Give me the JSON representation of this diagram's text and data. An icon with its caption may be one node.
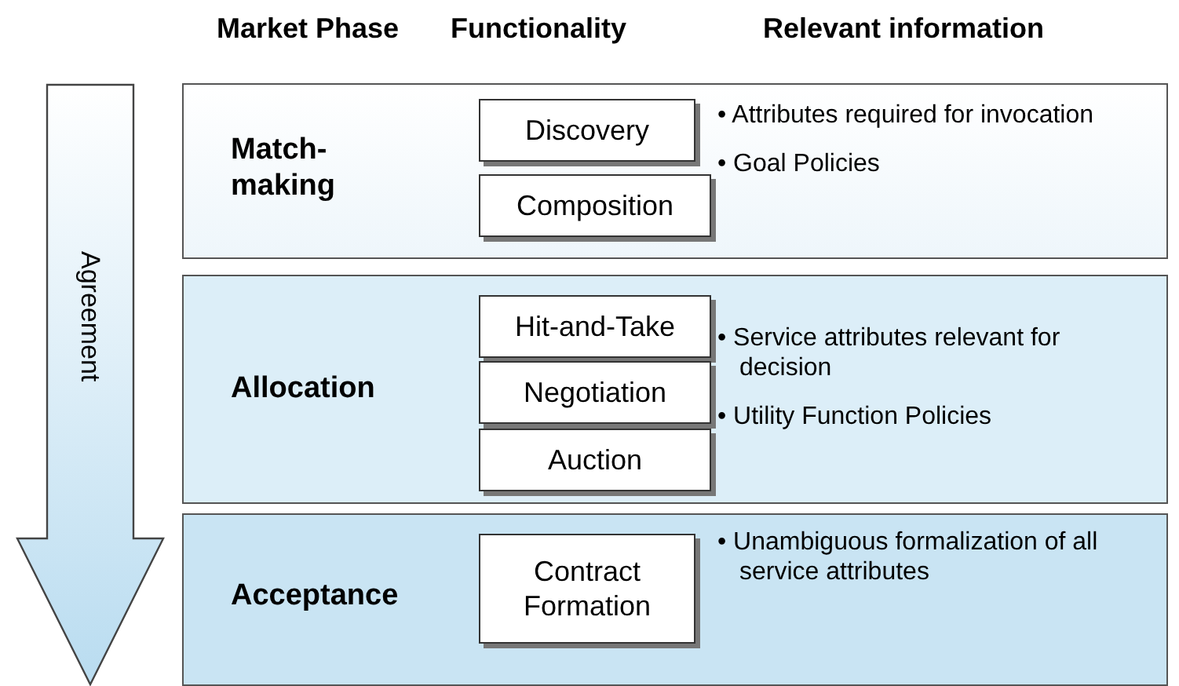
{
  "diagram": {
    "nodes": [
      {
        "text": [
          "Match-making",
          "• Attributes required for invocation",
          "• Goal Policies"
        ]
      },
      {
        "text": [
          "Discovery"
        ],
        "in": 0
      },
      {
        "text": [
          "Composition"
        ],
        "in": 0
      },
      {
        "text": [
          "Allocation",
          "• Service attributes relevant for decision",
          "• Utility Function Policies"
        ]
      },
      {
        "text": [
          "Hit-and-Take"
        ],
        "in": 3
      },
      {
        "text": [
          "Negotiation"
        ],
        "in": 3
      },
      {
        "text": [
          "Auction"
        ],
        "in": 3
      },
      {
        "text": [
          "Acceptance",
          "• Unambiguous formalization of all service attributes"
        ]
      },
      {
        "text": [
          "Contract Formation"
        ],
        "in": 7
      },
      {
        "text": [
          "Agreement"
        ]
      }
    ],
    "labels": [
      "Market Phase",
      "Functionality",
      "Relevant information"
    ]
  }
}
